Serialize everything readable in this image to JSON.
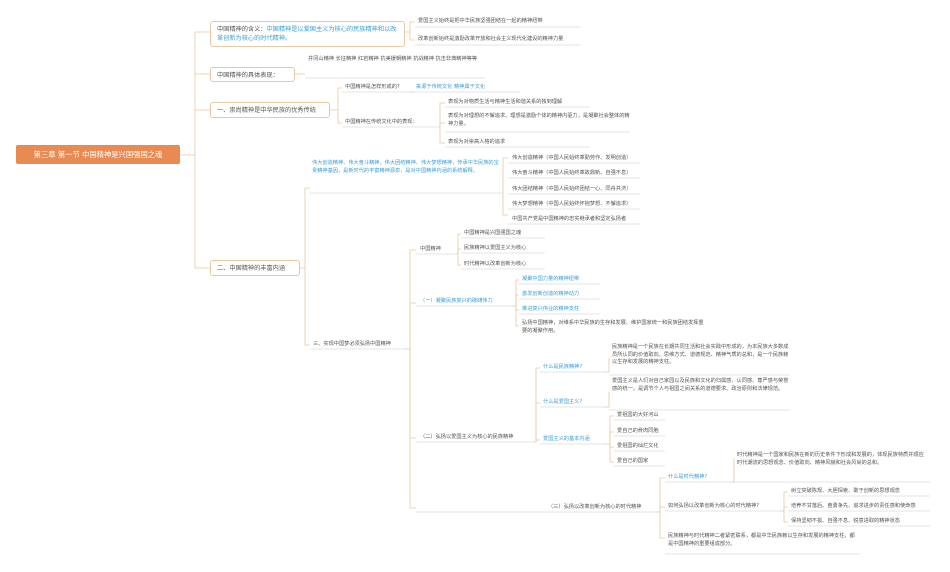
{
  "root": "第三章 第一节 中国精神是兴国强国之魂",
  "b1": {
    "label_a": "中国精神的含义：",
    "label_b": "中国精神是以爱国主义为核心的民族精神和以改革创新为核心的时代精神。",
    "c": [
      "爱国主义始终是把中华民族坚强团结在一起的精神纽带",
      "改革创新始终是激励改革开放和社会主义现代化建设的精神力量"
    ]
  },
  "b2": {
    "label": "中国精神的具体表现：",
    "c": "井冈山精神 长征精神 红岩精神 抗美援朝精神 抗战精神 抗击非典精神等等"
  },
  "b3": {
    "label": "一、崇尚精神是中华民族的优秀传统",
    "q1": "中国精神是怎样形成的?",
    "q1a": "来源于传统文化 精神属于文化",
    "q2": "中国精神在传统文化中的表现：",
    "q2c": [
      "表现为对物质生活与精神生活和谐关系的独到理解",
      "表现为对理想的不懈追求、理想是激励个体的精神内驱力，是凝聚社会整体的精神力量。",
      "表现为对崇高人格的追求"
    ]
  },
  "b4": {
    "label": "二、中国精神的丰富内涵",
    "s1": "伟大创造精神、伟大奋斗精神、伟大团结精神、伟大梦想精神，传承中华民族的宝贵精神基因，是新时代的丰富精神源泉，是对中国精神内涵的系统解释。",
    "s1c": [
      "伟大创造精神（中国人民始终革勤劳作、发明创造）",
      "伟大奋斗精神（中国人民始终革故鼎新、自强不息）",
      "伟大团结精神（中国人民始终团结一心、同舟共济）",
      "伟大梦想精神（中国人民始终怀抱梦想、不懈追求）",
      "中国共产党是中国精神的忠实继承者和坚定弘扬者"
    ],
    "s2": "三、实现中国梦必须弘扬中国精神",
    "spirit": "中国精神",
    "spiritc": [
      "中国精神是兴国强国之魂",
      "民族精神以爱国主义为核心",
      "时代精神以改革创新为核心"
    ],
    "p1": "（一）凝聚民族复兴的磅礴伟力",
    "p1c": [
      "凝聚中国力量的精神纽带",
      "激发创新创造的精神动力",
      "推进复兴伟业的精神支柱",
      "弘扬中国精神，对维系中华民族的生存和发展、维护国家统一和民族团结发挥重要的凝聚作用。"
    ],
    "p2": "（二）弘扬以爱国主义为核心的民族精神",
    "q_nat": "什么是民族精神?",
    "q_nat_a": "民族精神是一个民族在长期共同生活和社会实践中形成的，为本民族大多数成员所认同的价值取向、思维方式、道德规范、精神气质的总和，是一个民族赖以生存和发展的精神支柱。",
    "q_pat": "什么是爱国主义?",
    "q_pat_a": "爱国主义是人们对自己家园以及民族和文化的归属感、认同感、尊严感与荣誉感的统一。是调节个人与祖国之间关系的道德要求、政治原则和法律规范。",
    "basic": "爱国主义的基本内涵",
    "basicc": [
      "爱祖国的大好河山",
      "爱自己的骨肉同胞",
      "爱祖国的灿烂文化",
      "爱自己的国家"
    ],
    "p3": "（三）弘扬以改革创新为核心的时代精神",
    "q_era": "什么是时代精神?",
    "q_era_a": "时代精神是一个国家和民族在新的历史条件下形成和发展的，体现民族特质并顺应时代潮流的思想观念、价值取向、精神风貌和社会风尚的总和。",
    "how": "如何弘扬以改革创新为核心的时代精神?",
    "howc": [
      "树立突破陈规、大胆探索、敢于创新的思想观念",
      "培养不甘落后、奋勇争先、追求进步的责任感和使命感",
      "保持坚韧不拔、自强不息、锐意进取的精神状态"
    ],
    "final": "民族精神与时代精神二者紧密联系，都是中华民族赖以生存和发展的精神支柱，都是中国精神的重要组成部分。"
  }
}
